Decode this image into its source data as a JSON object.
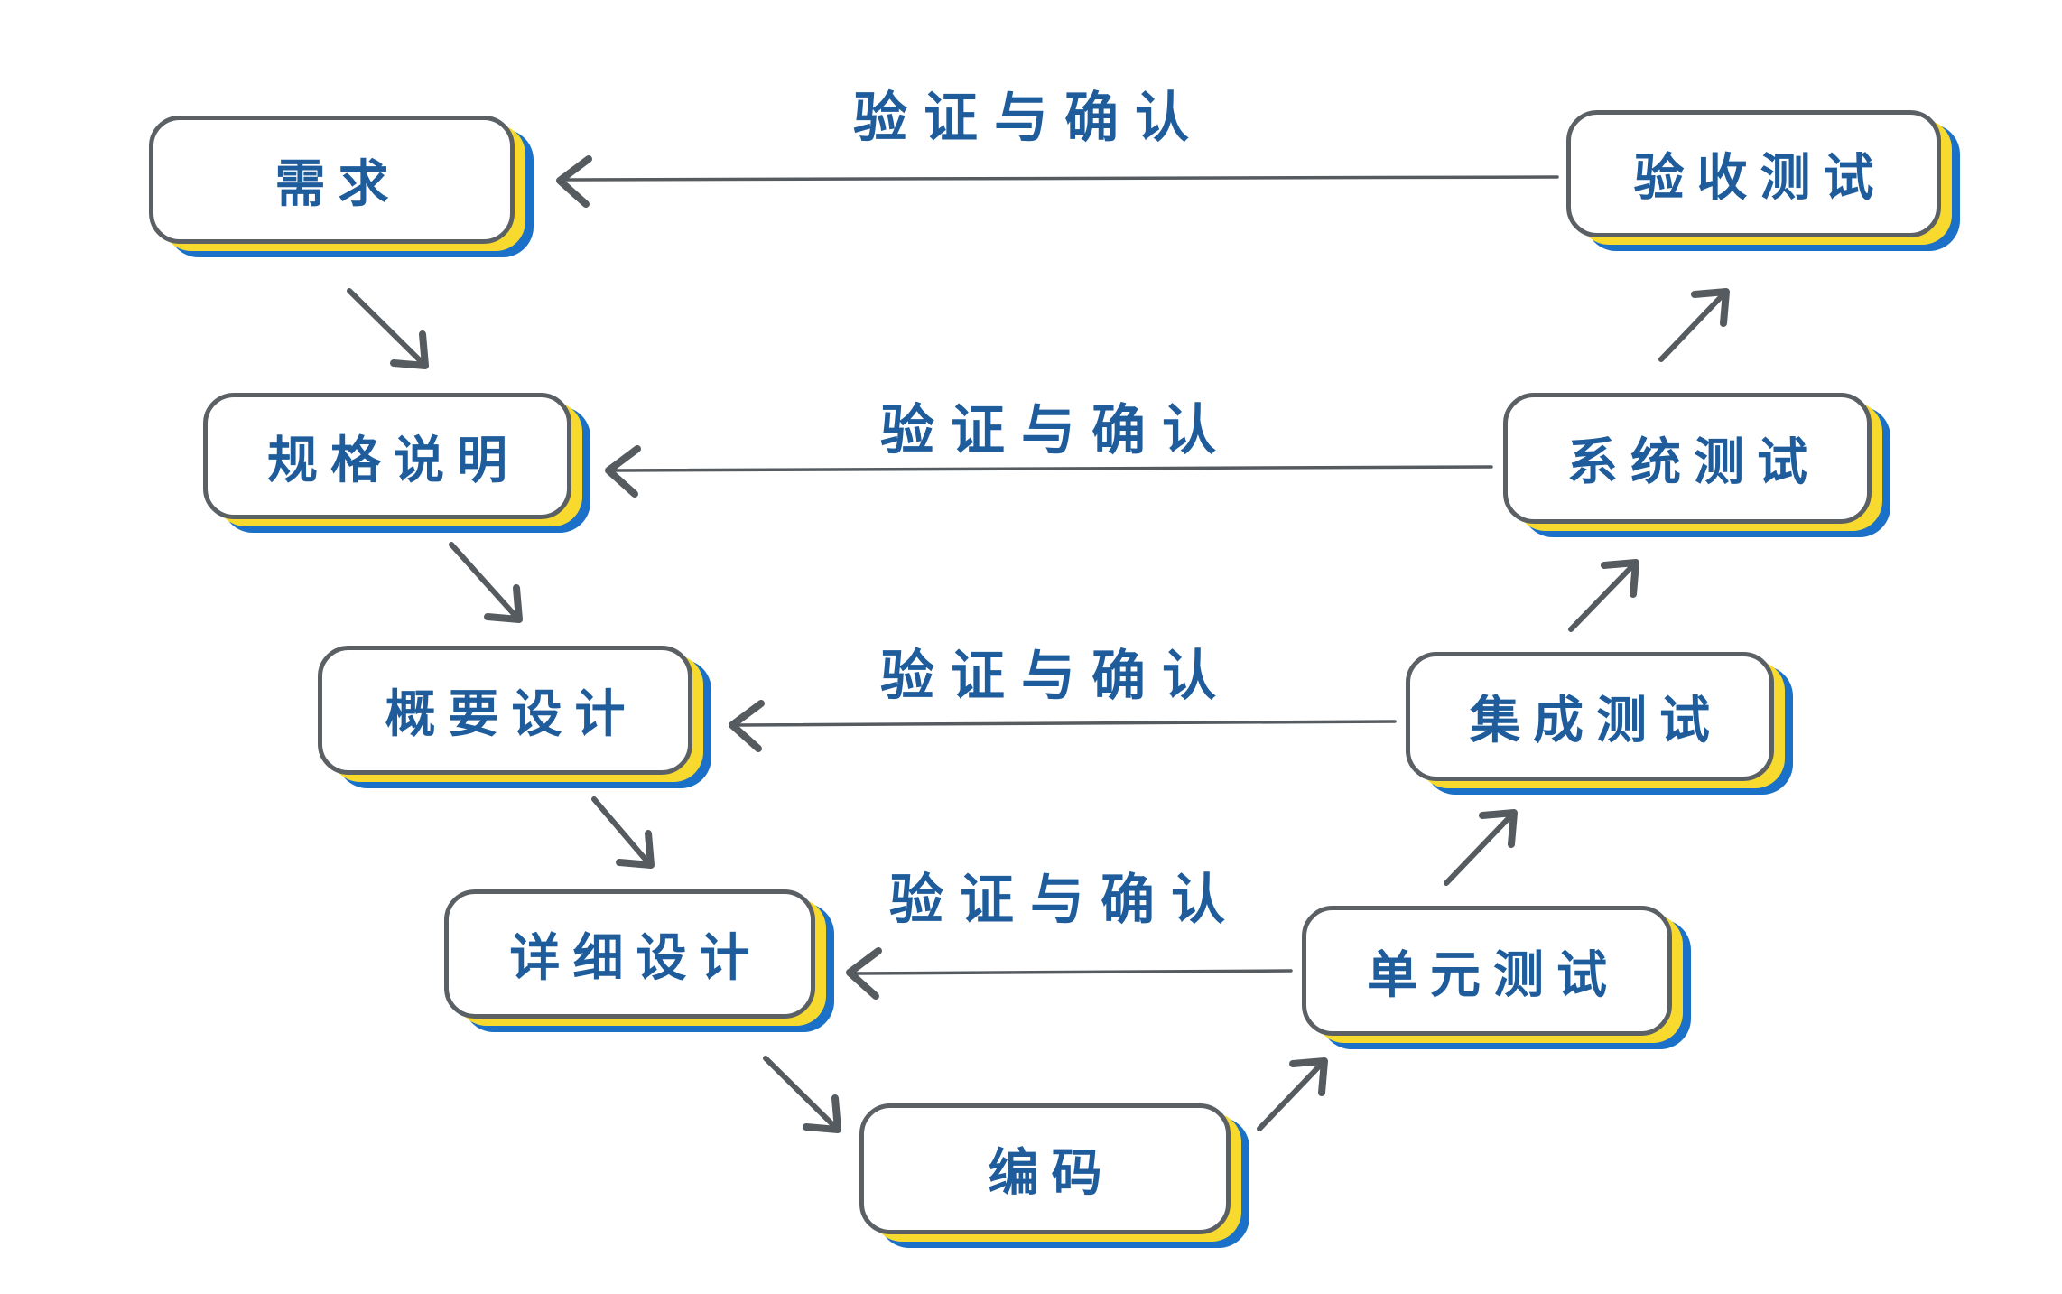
{
  "colors": {
    "text-blue": "#1f5c9c",
    "box-border": "#5b6065",
    "arrow": "#565b60",
    "shadow-yellow": "#f8da2e",
    "shadow-blue": "#1b71c7",
    "background": "#ffffff"
  },
  "nodes": [
    {
      "id": "requirements",
      "label": "需求"
    },
    {
      "id": "specification",
      "label": "规格说明"
    },
    {
      "id": "high-level-design",
      "label": "概要设计"
    },
    {
      "id": "detailed-design",
      "label": "详细设计"
    },
    {
      "id": "coding",
      "label": "编码"
    },
    {
      "id": "unit-test",
      "label": "单元测试"
    },
    {
      "id": "integration-test",
      "label": "集成测试"
    },
    {
      "id": "system-test",
      "label": "系统测试"
    },
    {
      "id": "acceptance-test",
      "label": "验收测试"
    }
  ],
  "edge_labels": [
    {
      "label": "验证与确认"
    },
    {
      "label": "验证与确认"
    },
    {
      "label": "验证与确认"
    },
    {
      "label": "验证与确认"
    }
  ]
}
